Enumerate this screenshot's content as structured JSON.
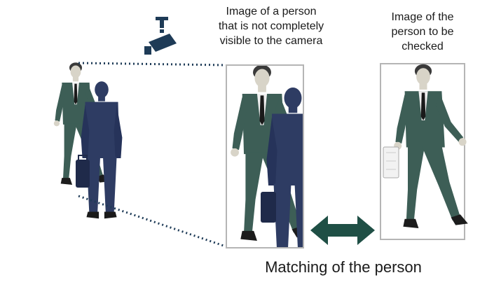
{
  "captions": {
    "left": [
      "Image of a person",
      "that is not completely",
      "visible to the camera"
    ],
    "right": [
      "Image of the",
      "person to be",
      "checked"
    ]
  },
  "bottom_label": "Matching of the person",
  "icons": {
    "camera": "security-camera-icon",
    "arrow": "double-headed-arrow-icon"
  },
  "colors": {
    "suit_green": "#3d5e56",
    "suit_navy": "#2e3c63",
    "skin": "#d8d4c8",
    "arrow": "#1f4f45",
    "camera": "#1e3b57",
    "frame": "#b5b5b5"
  }
}
